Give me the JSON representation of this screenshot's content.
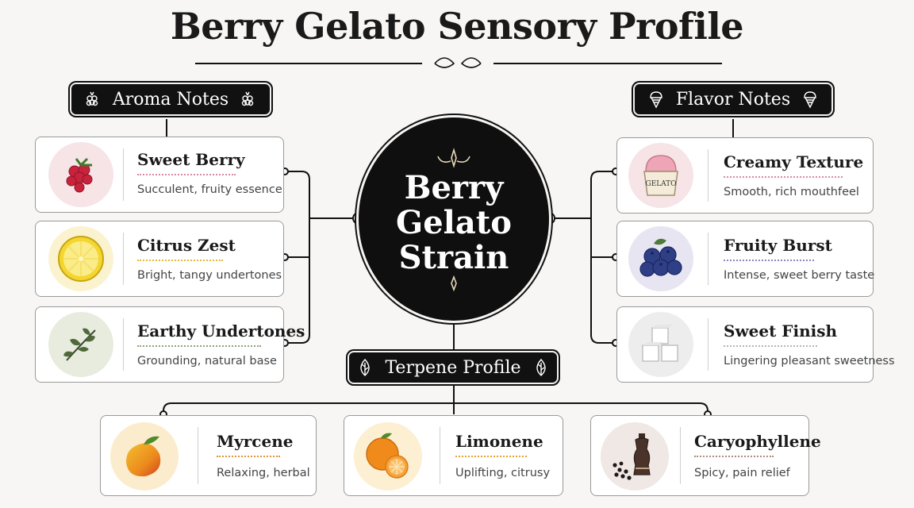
{
  "title": "Berry Gelato Sensory Profile",
  "center": {
    "line1": "Berry",
    "line2": "Gelato",
    "line3": "Strain"
  },
  "banners": {
    "aroma": {
      "label": "Aroma Notes",
      "icon": "raspberry-icon"
    },
    "flavor": {
      "label": "Flavor Notes",
      "icon": "ice-cream-cone-icon"
    },
    "terpene": {
      "label": "Terpene Profile",
      "icon": "leaf-icon"
    }
  },
  "aroma": [
    {
      "name": "Sweet Berry",
      "desc": "Succulent, fruity essence",
      "icon": "raspberry-icon",
      "dot_color": "#d98aa0",
      "bg_color": "#f6e4e7"
    },
    {
      "name": "Citrus Zest",
      "desc": "Bright, tangy undertones",
      "icon": "lemon-slice-icon",
      "dot_color": "#e0b83a",
      "bg_color": "#fbf3d0"
    },
    {
      "name": "Earthy Undertones",
      "desc": "Grounding, natural base",
      "icon": "leaves-icon",
      "dot_color": "#8ea27a",
      "bg_color": "#e8ecdf"
    }
  ],
  "flavor": [
    {
      "name": "Creamy Texture",
      "desc": "Smooth, rich mouthfeel",
      "icon": "gelato-cup-icon",
      "dot_color": "#d98aa0",
      "bg_color": "#f6e4e7",
      "cup_label": "GELATO"
    },
    {
      "name": "Fruity Burst",
      "desc": "Intense, sweet berry taste",
      "icon": "blueberries-icon",
      "dot_color": "#8a86c0",
      "bg_color": "#e8e5f3"
    },
    {
      "name": "Sweet Finish",
      "desc": "Lingering pleasant sweetness",
      "icon": "sugar-cubes-icon",
      "dot_color": "#b5b5b5",
      "bg_color": "#ededed"
    }
  ],
  "terpenes": [
    {
      "name": "Myrcene",
      "desc": "Relaxing, herbal",
      "icon": "mango-icon",
      "dot_color": "#e0923a",
      "bg_color": "#fbeccd"
    },
    {
      "name": "Limonene",
      "desc": "Uplifting, citrusy",
      "icon": "orange-icon",
      "dot_color": "#e8a030",
      "bg_color": "#fcefd2"
    },
    {
      "name": "Caryophyllene",
      "desc": "Spicy, pain relief",
      "icon": "pepper-grinder-icon",
      "dot_color": "#b08a7a",
      "bg_color": "#efe8e4"
    }
  ]
}
